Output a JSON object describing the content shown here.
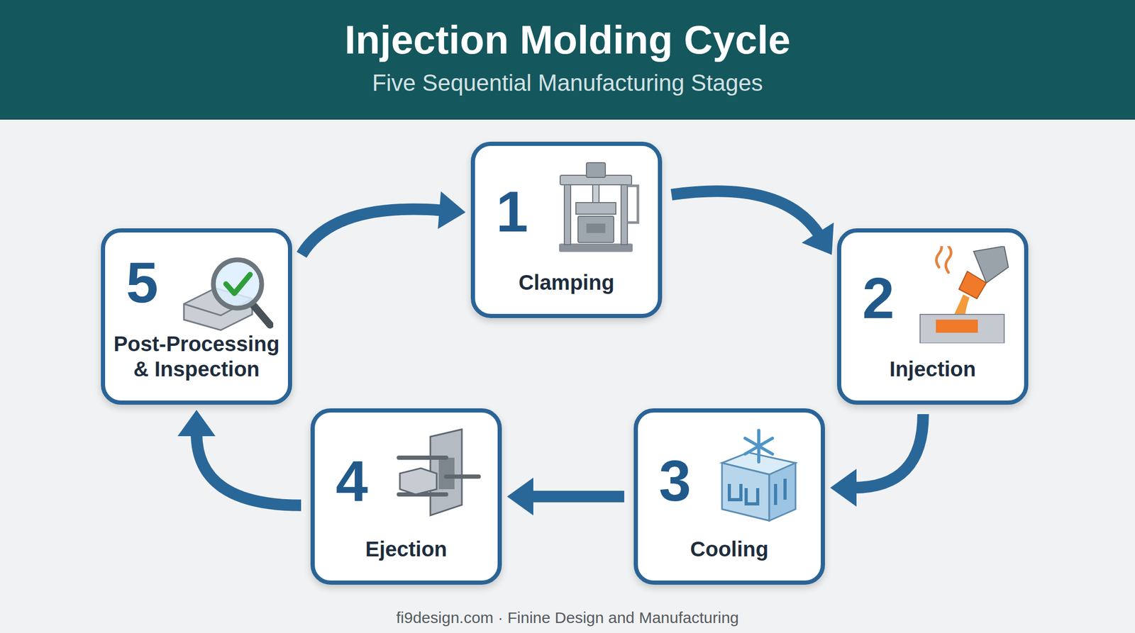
{
  "diagram": {
    "title": "Injection Molding Cycle",
    "nodes": [
      {
        "text": [
          "1",
          "Clamping"
        ]
      },
      {
        "text": [
          "2",
          "Injection"
        ]
      },
      {
        "text": [
          "3",
          "Cooling"
        ]
      },
      {
        "text": [
          "4",
          "Ejection"
        ]
      },
      {
        "text": [
          "5",
          "Post-Processing & Inspection"
        ]
      }
    ],
    "edges": [
      {
        "from": 0,
        "to": 1,
        "arrow": "to"
      },
      {
        "from": 1,
        "to": 2,
        "arrow": "to"
      },
      {
        "from": 2,
        "to": 3,
        "arrow": "to"
      },
      {
        "from": 3,
        "to": 4,
        "arrow": "to"
      },
      {
        "from": 4,
        "to": 0,
        "arrow": "to"
      }
    ],
    "labels": [
      "Five Sequential Manufacturing Stages",
      "fi9design.com · Finine Design and Manufacturing"
    ]
  }
}
